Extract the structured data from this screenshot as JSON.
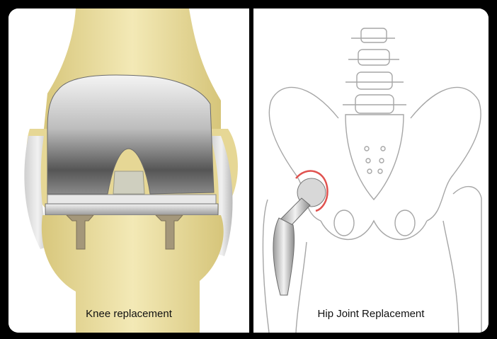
{
  "left_panel": {
    "caption": "Knee replacement",
    "illustration": "knee-replacement-illustration"
  },
  "right_panel": {
    "caption": "Hip Joint Replacement",
    "illustration": "hip-joint-replacement-illustration"
  },
  "colors": {
    "background": "#000000",
    "panel": "#ffffff",
    "bone": "#e9dc9c",
    "implant_metal": "#b9b9b9",
    "outline": "#9a9a9a",
    "accent_red": "#e0524f"
  }
}
